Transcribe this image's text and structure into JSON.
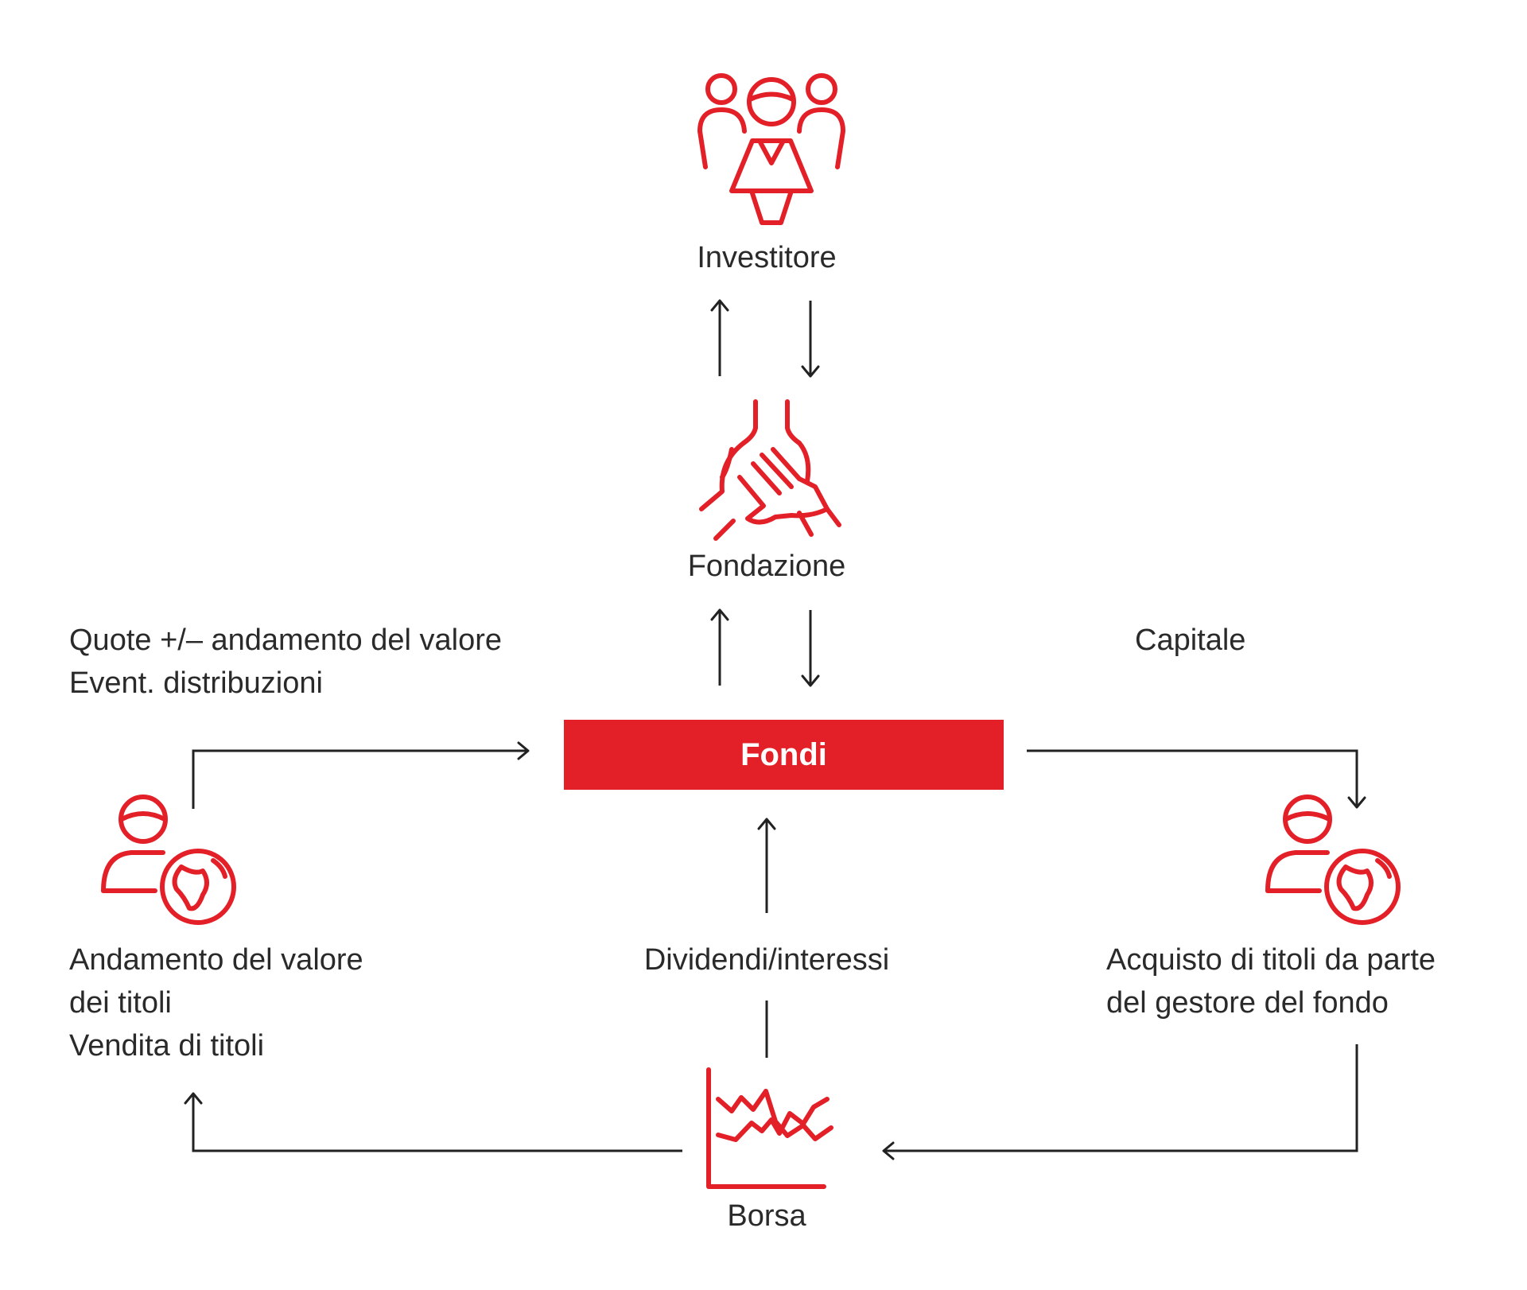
{
  "nodes": {
    "investitore": "Investitore",
    "fondazione": "Fondazione",
    "fondi": "Fondi",
    "borsa": "Borsa",
    "dividendi": "Dividendi/interessi"
  },
  "left_top": {
    "line1": "Quote +/– andamento del valore",
    "line2": "Event. distribuzioni"
  },
  "right_top": {
    "line1": "Capitale"
  },
  "left_bottom": {
    "line1": "Andamento del valore",
    "line2": "dei titoli",
    "line3": "Vendita di titoli"
  },
  "right_bottom": {
    "line1": "Acquisto di titoli da parte",
    "line2": "del gestore del fondo"
  },
  "icons": [
    "people-group-icon",
    "hands-support-icon",
    "investor-globe-icon",
    "investor-globe-icon",
    "stock-chart-icon"
  ],
  "colors": {
    "accent": "#e32028",
    "line": "#222222",
    "text": "#2a2a2a"
  }
}
